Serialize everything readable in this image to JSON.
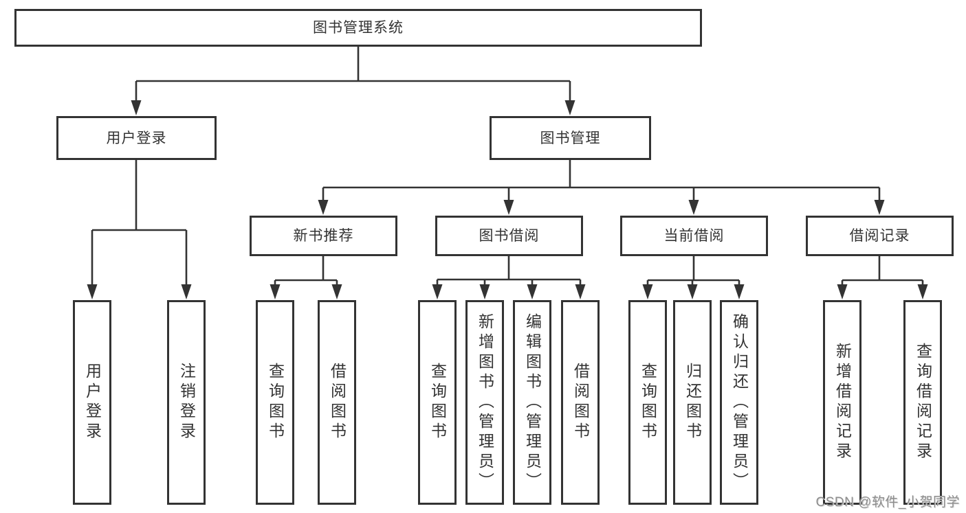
{
  "diagram": {
    "type": "tree",
    "root": {
      "label": "图书管理系统"
    },
    "branches": [
      {
        "label": "用户登录",
        "children": [
          {
            "label": "用户登录"
          },
          {
            "label": "注销登录"
          }
        ]
      },
      {
        "label": "图书管理",
        "children": [
          {
            "label": "新书推荐",
            "children": [
              {
                "label": "查询图书"
              },
              {
                "label": "借阅图书"
              }
            ]
          },
          {
            "label": "图书借阅",
            "children": [
              {
                "label": "查询图书"
              },
              {
                "label": "新增图书（管理员）"
              },
              {
                "label": "编辑图书（管理员）"
              },
              {
                "label": "借阅图书"
              }
            ]
          },
          {
            "label": "当前借阅",
            "children": [
              {
                "label": "查询图书"
              },
              {
                "label": "归还图书"
              },
              {
                "label": "确认归还（管理员）"
              }
            ]
          },
          {
            "label": "借阅记录",
            "children": [
              {
                "label": "新增借阅记录"
              },
              {
                "label": "查询借阅记录"
              }
            ]
          }
        ]
      }
    ]
  },
  "watermark": "CSDN @软件_小贺同学",
  "colors": {
    "line": "#333333",
    "box_border": "#333333",
    "text": "#333333",
    "background": "#ffffff",
    "watermark": "#8d8d8d"
  }
}
